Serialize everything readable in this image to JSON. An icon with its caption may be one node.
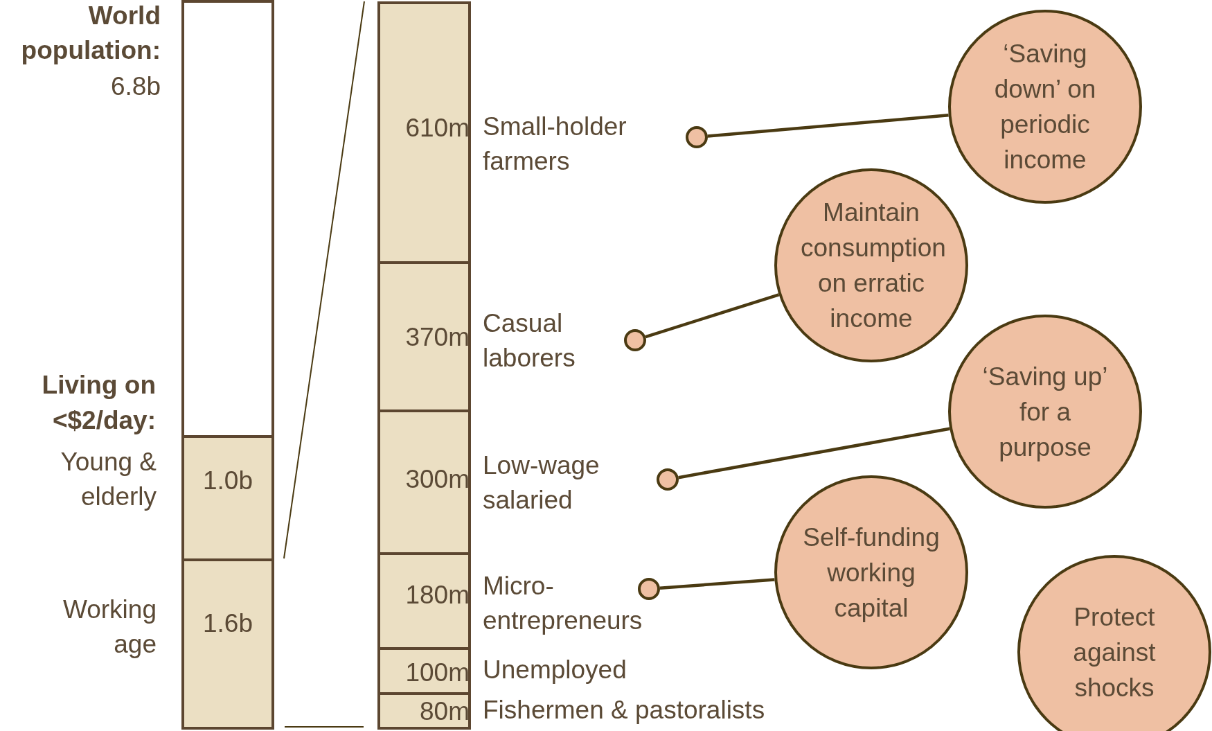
{
  "diagram": {
    "nodes": [
      {
        "text": [],
        "shape": "box",
        "beside": [
          "World population:",
          "6.8b"
        ]
      },
      {
        "text": [
          "1.0b"
        ],
        "beside": [
          "Young & elderly"
        ]
      },
      {
        "text": [
          "1.6b"
        ],
        "beside": [
          "Working age"
        ]
      },
      {
        "text": [
          "610m"
        ],
        "beside": [
          "Small-holder farmers"
        ]
      },
      {
        "text": [
          "370m"
        ],
        "beside": [
          "Casual laborers"
        ]
      },
      {
        "text": [
          "300m"
        ],
        "beside": [
          "Low-wage salaried"
        ]
      },
      {
        "text": [
          "180m"
        ],
        "beside": [
          "Micro-entrepreneurs"
        ]
      },
      {
        "text": [
          "100m"
        ],
        "beside": [
          "Unemployed"
        ]
      },
      {
        "text": [
          "80m"
        ],
        "beside": [
          "Fishermen & pastoralists"
        ]
      },
      {
        "text": [],
        "shape": "circle"
      },
      {
        "text": [],
        "shape": "circle"
      },
      {
        "text": [],
        "shape": "circle"
      },
      {
        "text": [],
        "shape": "circle"
      },
      {
        "text": [
          "‘Saving down’ on periodic income"
        ]
      },
      {
        "text": [
          "Maintain consumption on erratic income"
        ]
      },
      {
        "text": [
          "‘Saving up’ for a purpose"
        ]
      },
      {
        "text": [
          "Self-funding working capital"
        ]
      },
      {
        "text": [
          "Protect against shocks"
        ]
      }
    ],
    "edges": [
      {
        "from": 9,
        "to": 13,
        "arrow": "none"
      },
      {
        "from": 10,
        "to": 14,
        "arrow": "none"
      },
      {
        "from": 11,
        "to": 15,
        "arrow": "none"
      },
      {
        "from": 12,
        "to": 16,
        "arrow": "none"
      }
    ],
    "labels": [
      "Living on <$2/day:"
    ]
  }
}
